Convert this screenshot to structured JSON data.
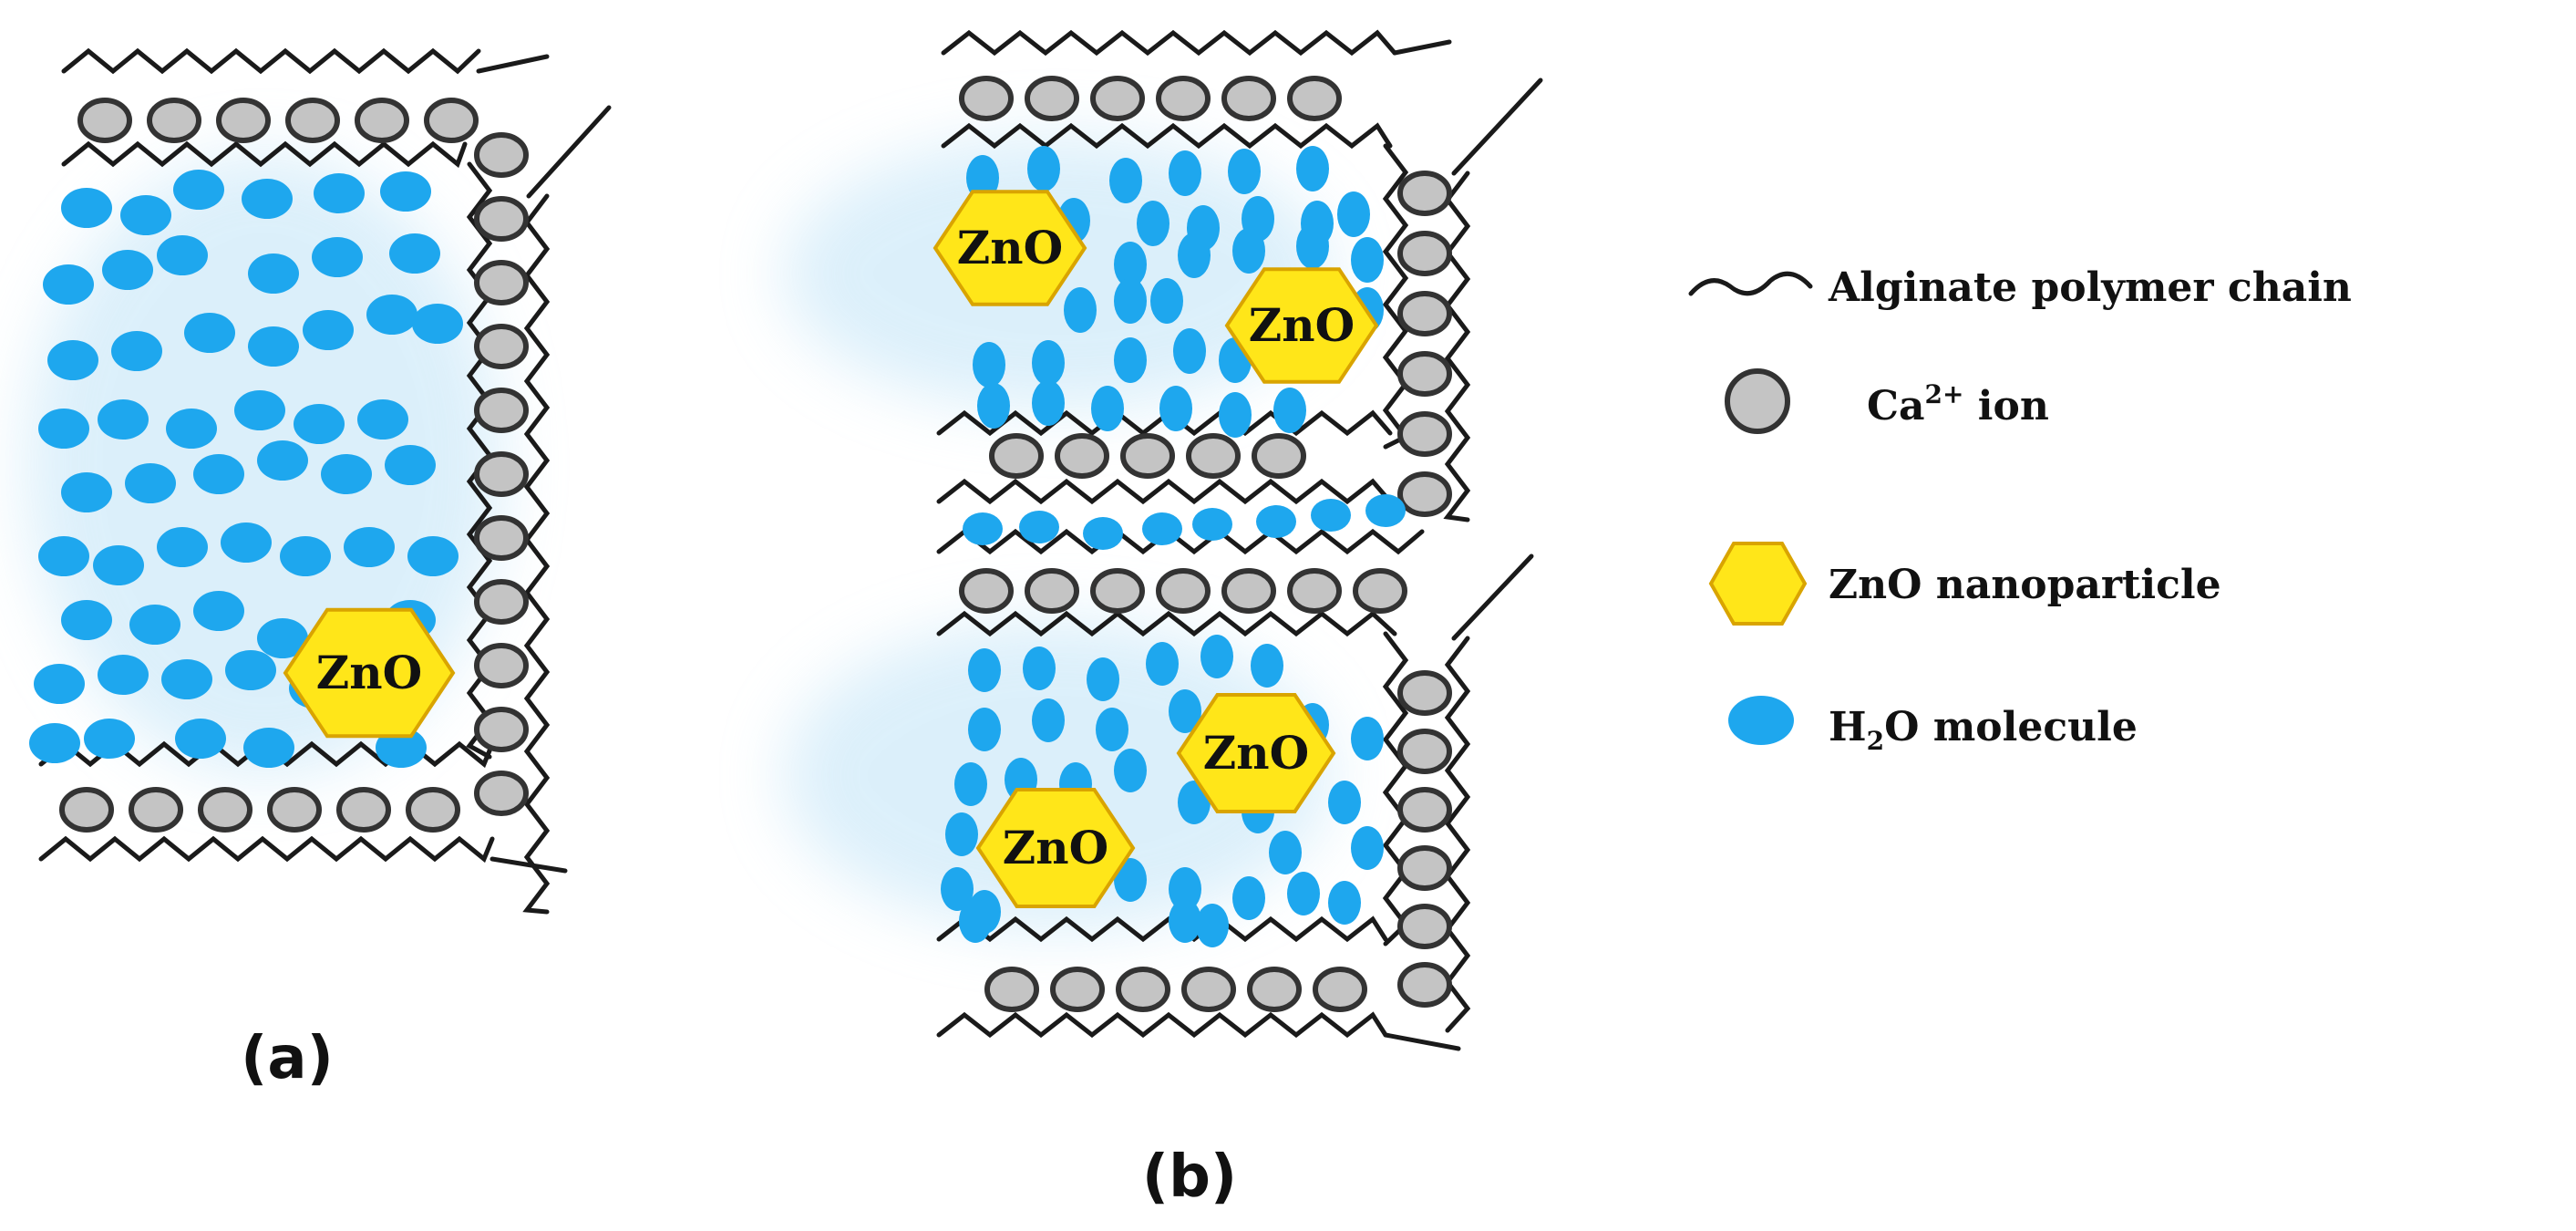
{
  "panels": {
    "a": {
      "label": "(a)"
    },
    "b": {
      "label": "(b)"
    }
  },
  "zno_label": "ZnO",
  "legend": {
    "chain_label": "Alginate polymer chain",
    "ion_label_main": "Ca",
    "ion_label_sup": "2+",
    "ion_label_rest": " ion",
    "zno_label": "ZnO nanoparticle",
    "water_label_main": "H",
    "water_label_sub": "2",
    "water_label_rest": "O molecule"
  },
  "colors": {
    "water": "#1ea7ee",
    "water_glow": "#bfe3f7",
    "zno_fill": "#ffe619",
    "zno_stroke": "#d9a400",
    "ion_fill": "#c4c4c4",
    "chain": "#1a1a1a"
  },
  "icons": [
    "zigzag-chain-icon",
    "calcium-ion-icon",
    "zno-hexagon-icon",
    "water-droplet-icon"
  ]
}
